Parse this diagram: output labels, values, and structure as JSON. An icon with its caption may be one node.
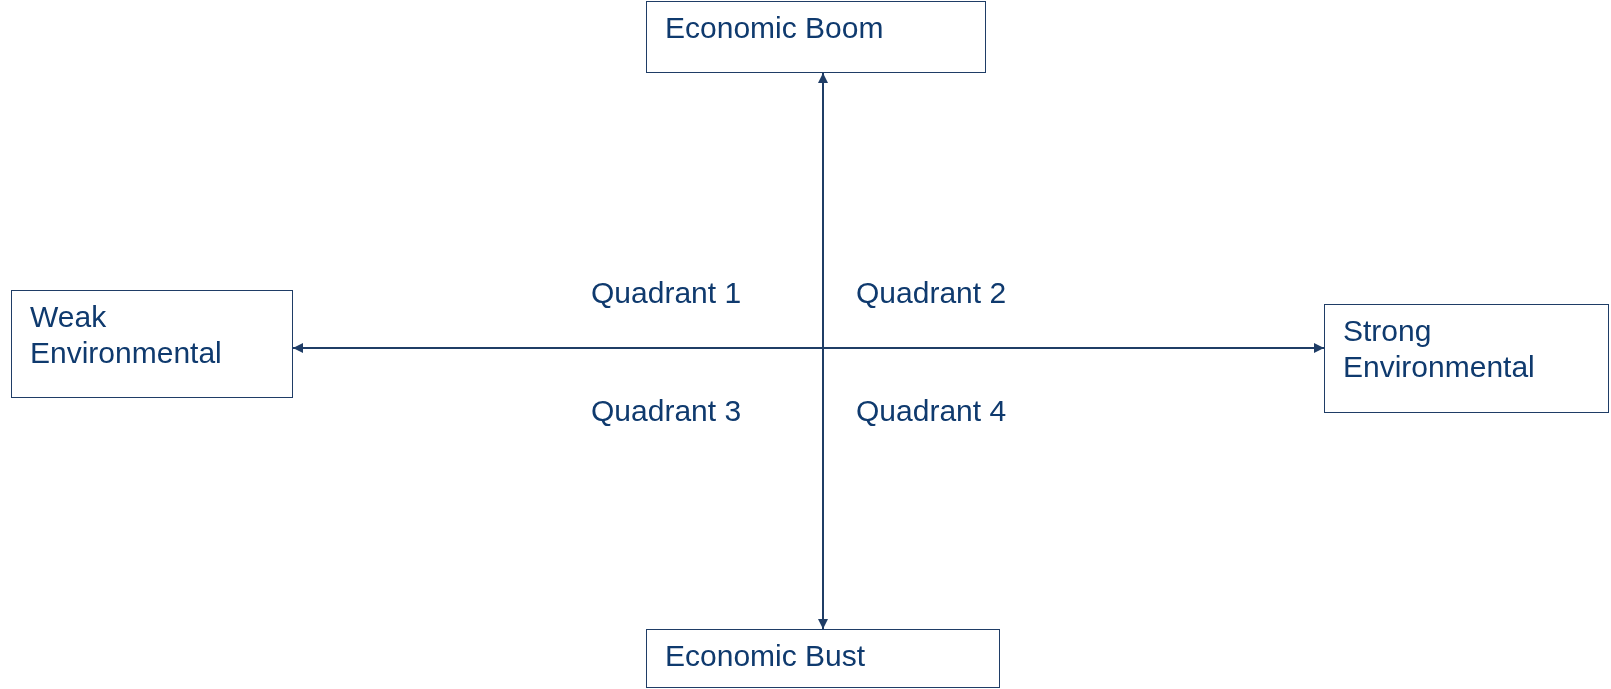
{
  "diagram": {
    "nodes": [
      {
        "text": [
          "Economic Boom"
        ]
      },
      {
        "text": [
          "Economic Bust"
        ]
      },
      {
        "text": [
          "Weak Environmental"
        ]
      },
      {
        "text": [
          "Strong Environmental"
        ]
      }
    ],
    "edges": [
      {
        "from": 0,
        "to": 1,
        "arrow": "both"
      },
      {
        "from": 2,
        "to": 3,
        "arrow": "both"
      }
    ],
    "labels": [
      "Quadrant 1",
      "Quadrant 2",
      "Quadrant 3",
      "Quadrant 4"
    ]
  }
}
